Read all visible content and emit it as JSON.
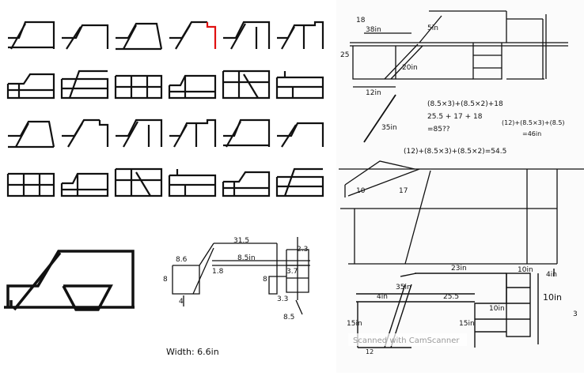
{
  "thumbnail_grid": {
    "rows": 4,
    "cols": 6,
    "highlight_color": "#e01010"
  },
  "bottom_left_sketch": {
    "width_label": "Width: 6.6in",
    "labels": {
      "top": "31.5",
      "left_top": "8.6",
      "mid": "8.5in",
      "right_top": "2.3",
      "left_side": "8",
      "diag": "1.8",
      "right_side": "8",
      "right_mid": "3.7",
      "right_bot": "3.3",
      "bottom_left": "4",
      "bottom_right": "8.5"
    }
  },
  "top_right_sketch": {
    "labels": {
      "top_width": "18",
      "top_sub": "38in",
      "diag_top": "5in",
      "left_height": "25",
      "diag_bottom": "20in",
      "base": "12in"
    }
  },
  "equations": {
    "line1": "(8.5×3)+(8.5×2)+18",
    "line2": "25.5 + 17 + 18",
    "line3": "=85??",
    "side1": "(12)+(8.5×3)+(8.5)",
    "side2": "=46in",
    "diag_label": "35in",
    "line4": "(12)+(8.5×3)+(8.5×2)=54.5"
  },
  "lower_right_sketch": {
    "labels": {
      "left_small": "10",
      "diag": "17"
    }
  },
  "bottom_right_sketch": {
    "labels": {
      "top": "23in",
      "top_right": "10in",
      "right_small": "4in",
      "diag": "35in",
      "left_mark": "4in",
      "mid": "25.5",
      "right_height": "10in",
      "inner": "10in",
      "left_height": "15in",
      "right_low": "15in",
      "base": "12",
      "far_right": "3"
    }
  },
  "watermark": {
    "text": "Scanned with CamScanner"
  }
}
